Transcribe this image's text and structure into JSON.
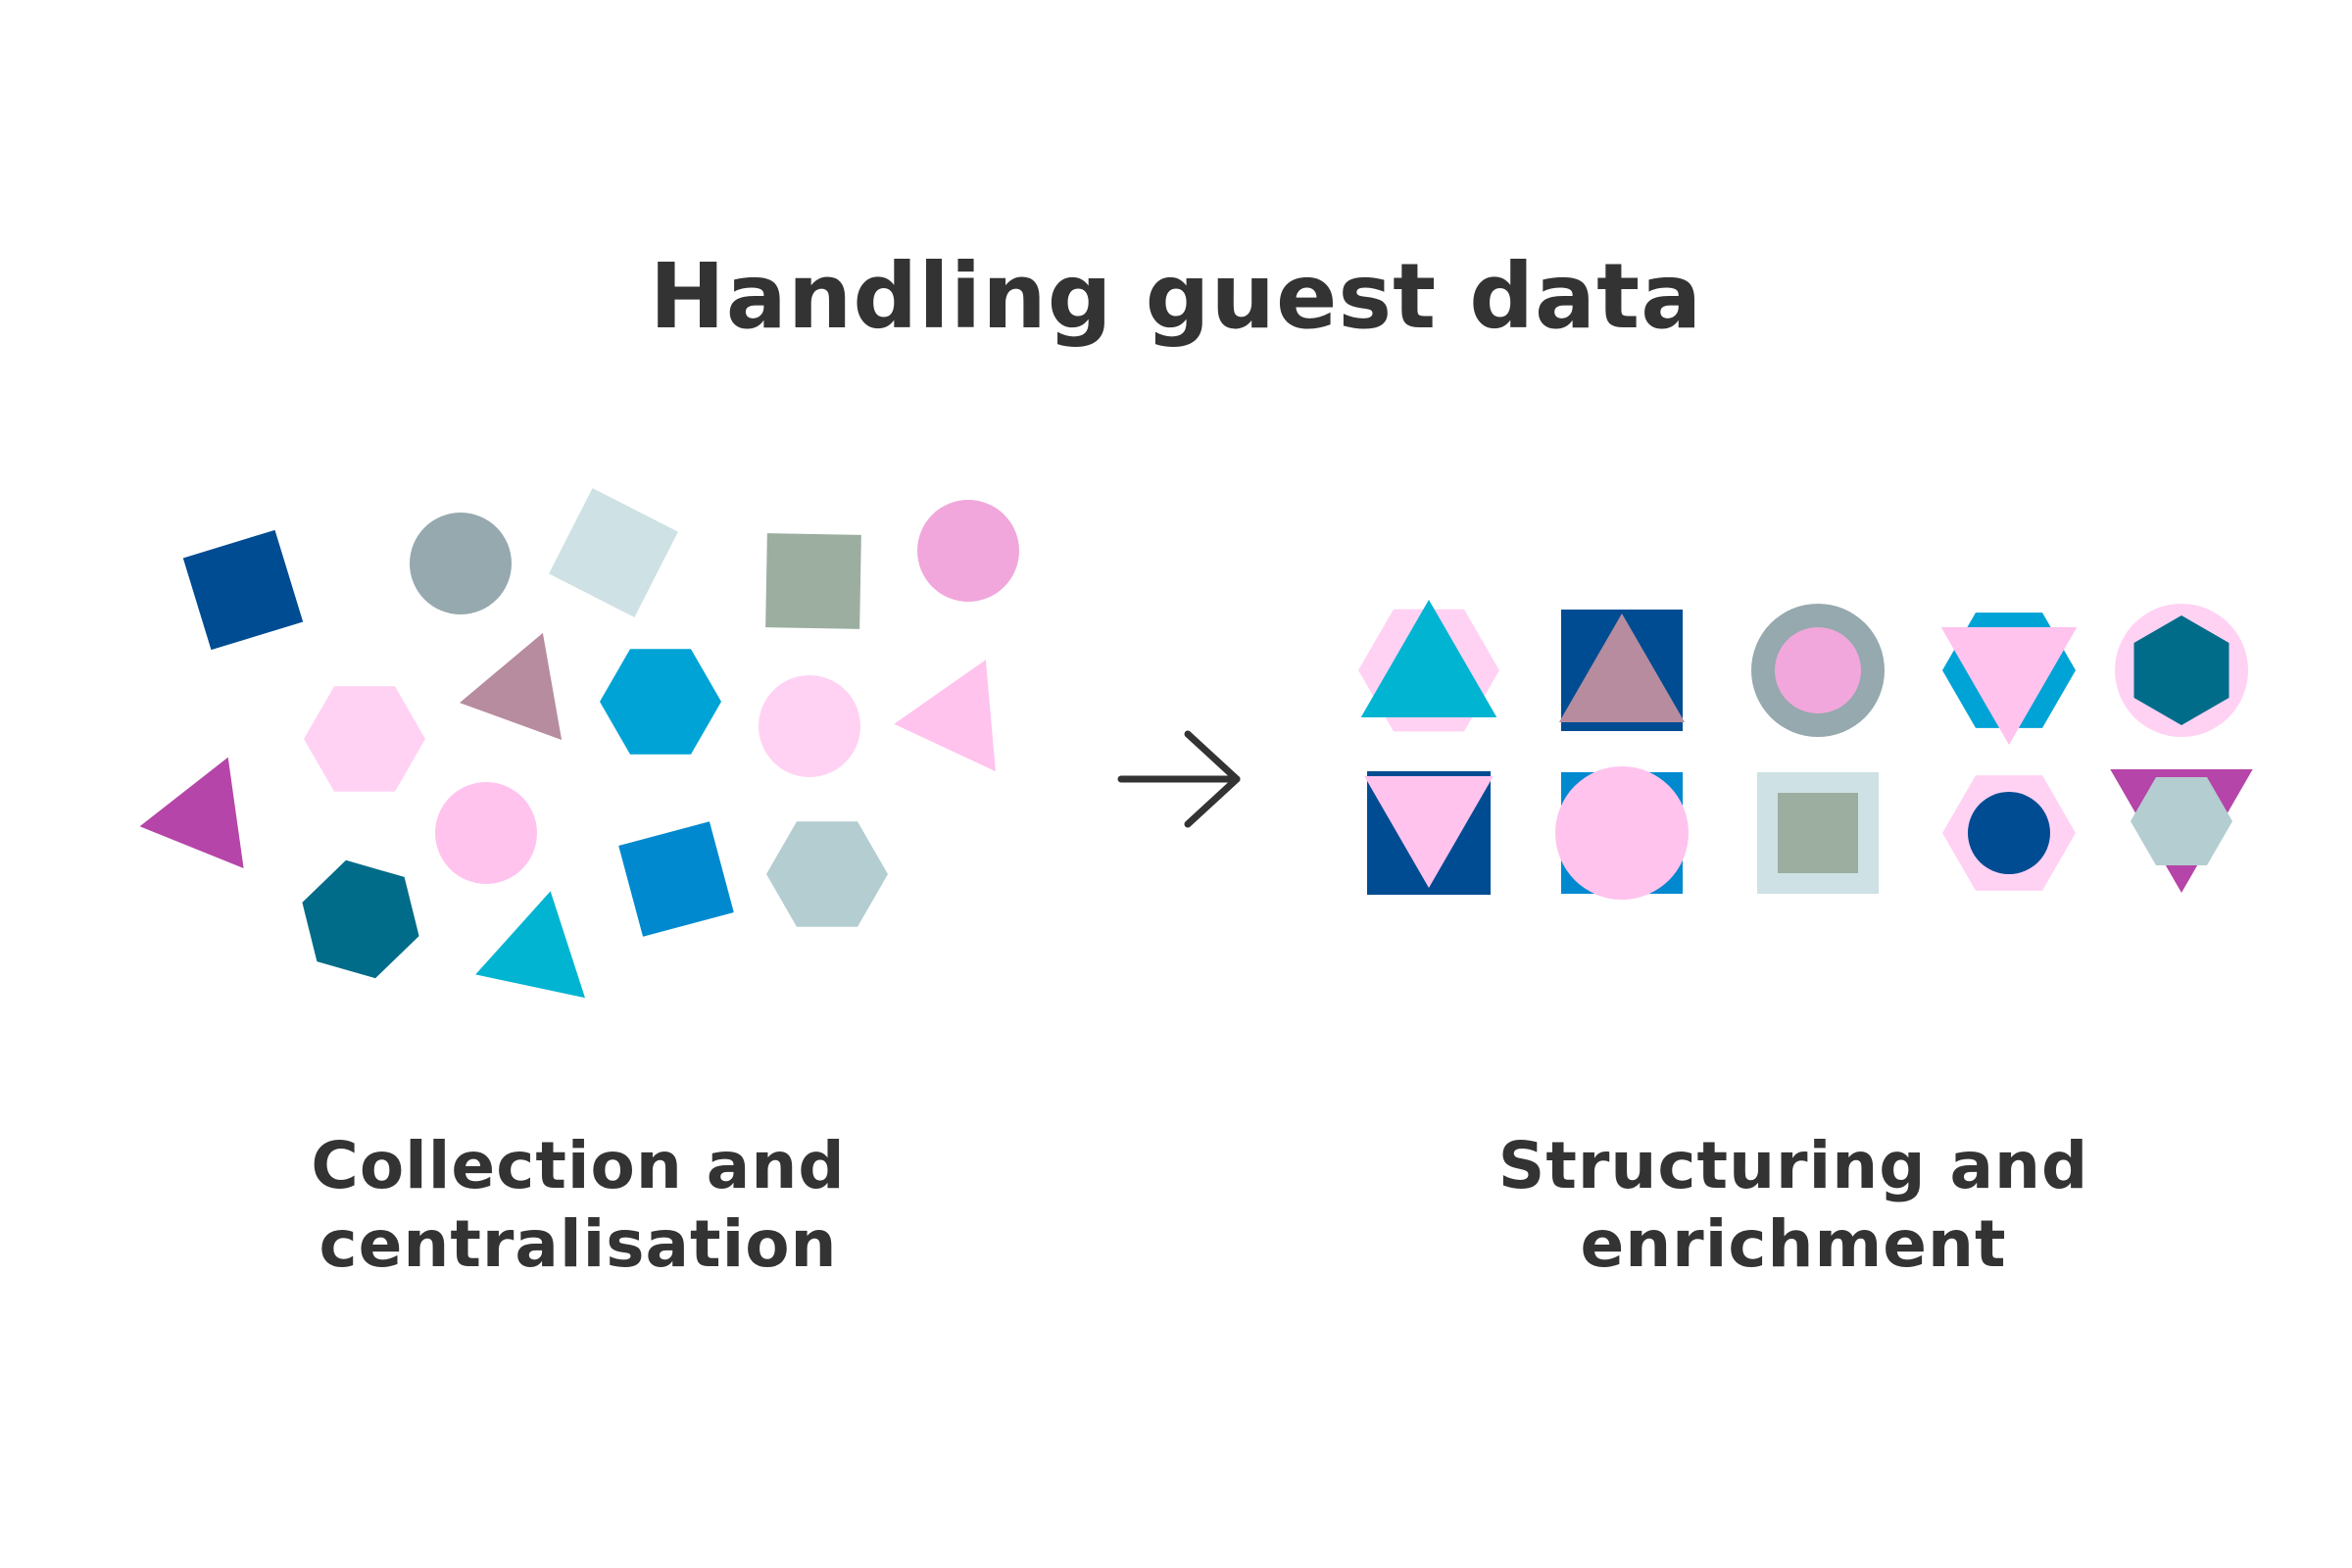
{
  "title": "Handling guest data",
  "steps": [
    {
      "label_line1": "Collection and",
      "label_line2": "centralisation",
      "description": "scattered shapes"
    },
    {
      "label_line1": "Structuring and",
      "label_line2": "enrichment",
      "description": "organized grid of combined shapes"
    }
  ],
  "arrow": "arrow-right",
  "colors": {
    "navy": "#004C93",
    "grey": "#95A9AE",
    "pale_blue": "#CEE1E4",
    "sage": "#9BAEA0",
    "pink": "#F1A7DB",
    "light_pink": "#FFD2F4",
    "mauve": "#B68C9E",
    "blue": "#00A3D6",
    "magenta": "#B545A8",
    "teal": "#006C89",
    "powder_pink": "#FFC3EE",
    "mid_blue": "#0089CF",
    "light_grey_blue": "#B4CDD0",
    "cyan": "#00B4D2",
    "text": "#333333"
  }
}
